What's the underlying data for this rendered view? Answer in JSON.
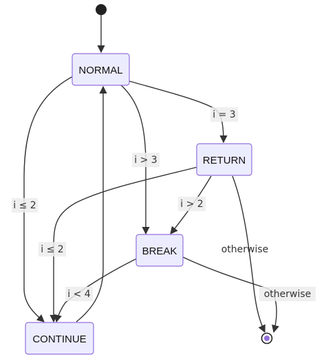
{
  "states": {
    "normal": "NORMAL",
    "return": "RETURN",
    "break": "BREAK",
    "continue": "CONTINUE"
  },
  "transitions": {
    "normal_to_continue": "i ≤ 2",
    "normal_to_break": "i > 3",
    "normal_to_return": "i = 3",
    "return_to_break": "i > 2",
    "return_to_continue": "i ≤ 2",
    "return_to_end": "otherwise",
    "break_to_continue": "i < 4",
    "break_to_end": "otherwise"
  },
  "colors": {
    "state_fill": "#ECECFF",
    "state_stroke": "#9370DB",
    "edge": "#333333",
    "end_dot": "#9370DB"
  }
}
